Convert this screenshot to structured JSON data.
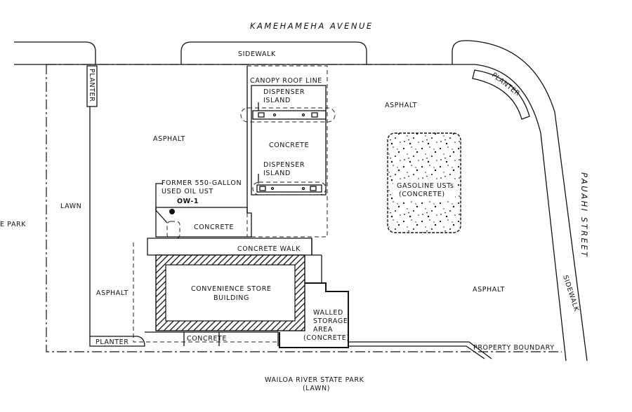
{
  "streets": {
    "north": "KAMEHAMEHA AVENUE",
    "east": "PAUAHI STREET",
    "south_line1": "WAILOA RIVER STATE PARK",
    "south_line2": "(LAWN)",
    "west_partial": "E PARK"
  },
  "labels": {
    "sidewalk_top": "SIDEWALK",
    "sidewalk_right": "SIDEWALK",
    "canopy": "CANOPY ROOF LINE",
    "dispenser1_l1": "DISPENSER",
    "dispenser1_l2": "ISLAND",
    "dispenser2_l1": "DISPENSER",
    "dispenser2_l2": "ISLAND",
    "concrete_canopy": "CONCRETE",
    "asphalt_nw": "ASPHALT",
    "asphalt_ne": "ASPHALT",
    "asphalt_w": "ASPHALT",
    "asphalt_e": "ASPHALT",
    "ust_l1": "GASOLINE USTs",
    "ust_l2": "(CONCRETE)",
    "former_l1": "FORMER 550-GALLON",
    "former_l2": "USED OIL UST",
    "ow1": "OW-1",
    "concrete_mid": "CONCRETE",
    "concrete_walk": "CONCRETE WALK",
    "store_l1": "CONVENIENCE STORE",
    "store_l2": "BUILDING",
    "walled_l1": "WALLED",
    "walled_l2": "STORAGE",
    "walled_l3": "AREA",
    "walled_l4": "(CONCRETE)",
    "lawn": "LAWN",
    "planter_left": "PLANTER",
    "planter_bottom": "PLANTER",
    "planter_corner": "PLANTER",
    "concrete_bottom": "CONCRETE",
    "property_boundary": "PROPERTY BOUNDARY"
  }
}
